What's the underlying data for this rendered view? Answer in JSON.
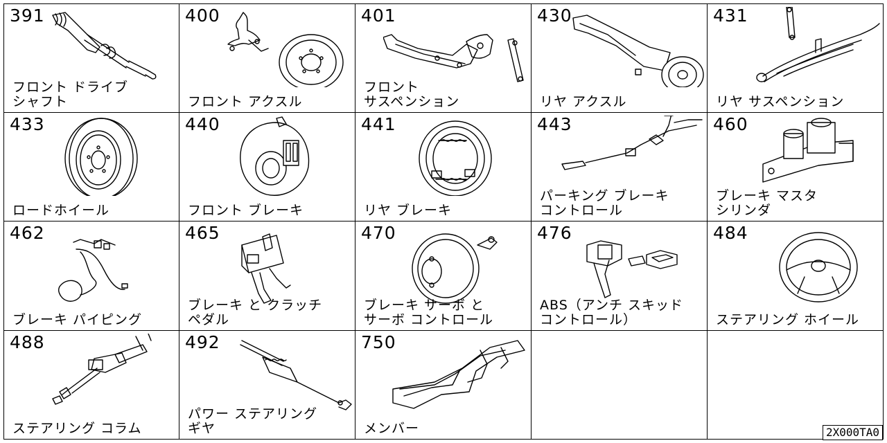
{
  "catalog": {
    "cells": [
      {
        "number": "391",
        "label": "フロント ドライブ\nシャフト",
        "icon": "drive-shaft"
      },
      {
        "number": "400",
        "label": "フロント アクスル",
        "icon": "axle-drum"
      },
      {
        "number": "401",
        "label": "フロント\nサスペンション",
        "icon": "suspension-arm"
      },
      {
        "number": "430",
        "label": "リヤ アクスル",
        "icon": "rear-axle"
      },
      {
        "number": "431",
        "label": "リヤ サスペンション",
        "icon": "leaf-spring"
      },
      {
        "number": "433",
        "label": "ロードホイール",
        "icon": "wheel"
      },
      {
        "number": "440",
        "label": "フロント ブレーキ",
        "icon": "disc-brake"
      },
      {
        "number": "441",
        "label": "リヤ ブレーキ",
        "icon": "drum-brake"
      },
      {
        "number": "443",
        "label": "パーキング ブレーキ\nコントロール",
        "icon": "parking-cable"
      },
      {
        "number": "460",
        "label": "ブレーキ マスタ\nシリンダ",
        "icon": "master-cylinder"
      },
      {
        "number": "462",
        "label": "ブレーキ パイピング",
        "icon": "brake-piping"
      },
      {
        "number": "465",
        "label": "ブレーキ と クラッチ\nペダル",
        "icon": "pedal"
      },
      {
        "number": "470",
        "label": "ブレーキ サーボ と\nサーボ コントロール",
        "icon": "servo"
      },
      {
        "number": "476",
        "label": "ABS（アンチ スキッド\nコントロール）",
        "icon": "abs-unit"
      },
      {
        "number": "484",
        "label": "ステアリング ホイール",
        "icon": "steering-wheel"
      },
      {
        "number": "488",
        "label": "ステアリング コラム",
        "icon": "steering-column"
      },
      {
        "number": "492",
        "label": "パワー ステアリング\nギヤ",
        "icon": "steering-gear"
      },
      {
        "number": "750",
        "label": "メンバー",
        "icon": "frame-member"
      },
      {
        "number": "",
        "label": "",
        "icon": ""
      },
      {
        "number": "",
        "label": "",
        "icon": ""
      }
    ],
    "page_code": "2X000TA0"
  }
}
